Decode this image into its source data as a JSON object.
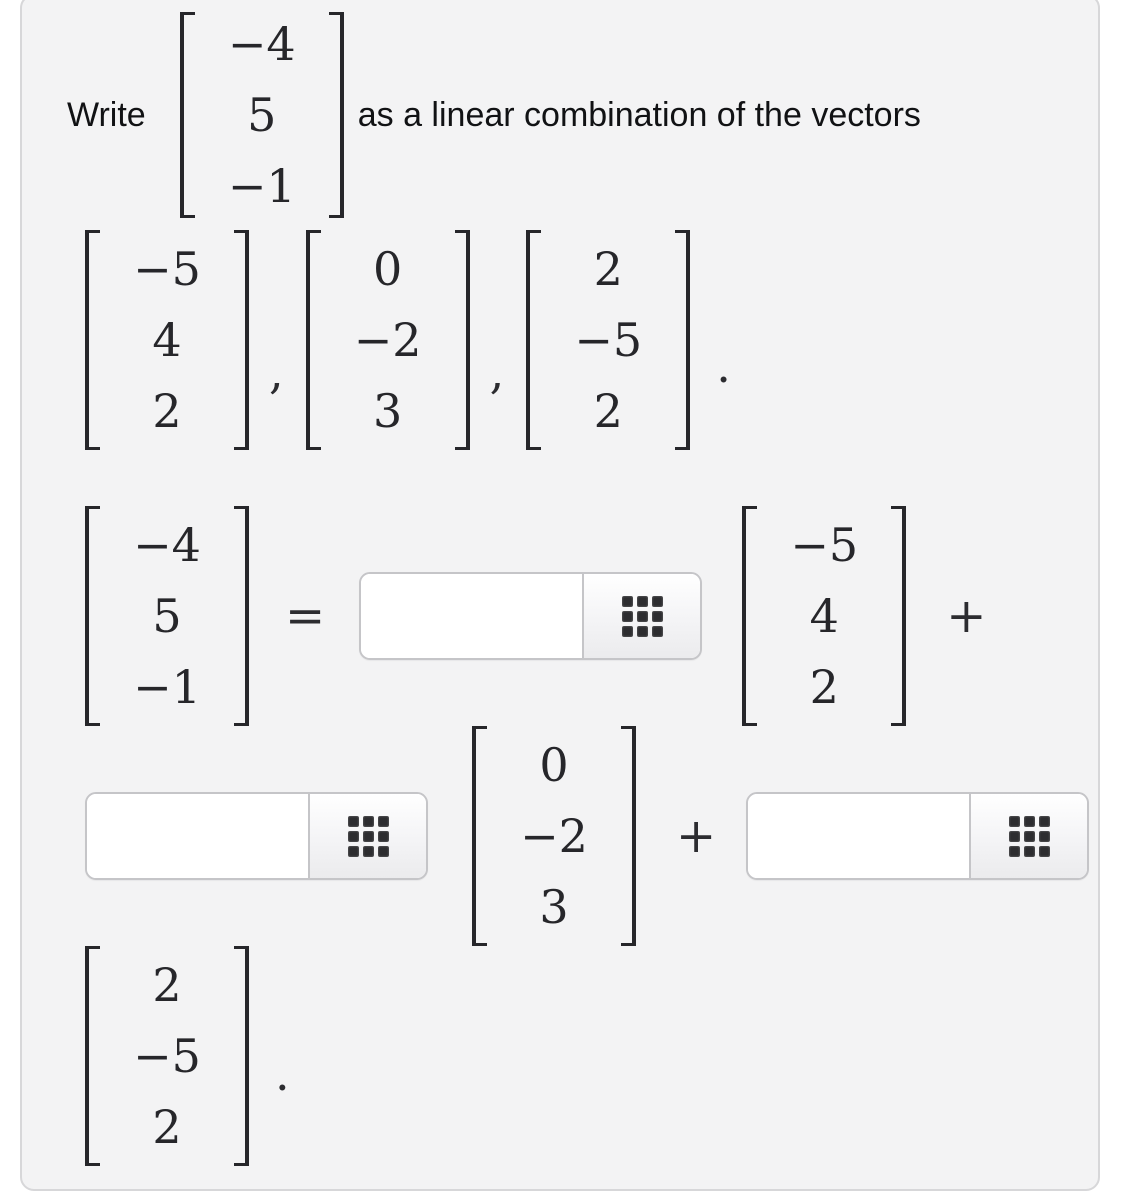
{
  "problem": {
    "prefix": "Write",
    "suffix": "as a linear combination of the vectors",
    "target_vector": {
      "r0": "−4",
      "r1": "5",
      "r2": "−1"
    },
    "vector1": {
      "r0": "−5",
      "r1": "4",
      "r2": "2"
    },
    "vector2": {
      "r0": "0",
      "r1": "−2",
      "r2": "3"
    },
    "vector3": {
      "r0": "2",
      "r1": "−5",
      "r2": "2"
    },
    "comma": ",",
    "period": "."
  },
  "equation": {
    "lhs_vector": {
      "r0": "−4",
      "r1": "5",
      "r2": "−1"
    },
    "equals_sign": "=",
    "plus_sign": "+",
    "trailing_period": ".",
    "term1_vector": {
      "r0": "−5",
      "r1": "4",
      "r2": "2"
    },
    "term2_vector": {
      "r0": "0",
      "r1": "−2",
      "r2": "3"
    },
    "term3_vector": {
      "r0": "2",
      "r1": "−5",
      "r2": "2"
    },
    "coefficient_inputs": [
      {
        "value": ""
      },
      {
        "value": ""
      },
      {
        "value": ""
      }
    ]
  },
  "icons": {
    "equation_editor_button": "grid-icon"
  },
  "colors": {
    "panel_background": "#f3f3f4",
    "panel_border": "#d7d7d9",
    "input_border": "#c5c5c8",
    "math_text": "#26262a",
    "grid_icon": "#2d2d30"
  }
}
